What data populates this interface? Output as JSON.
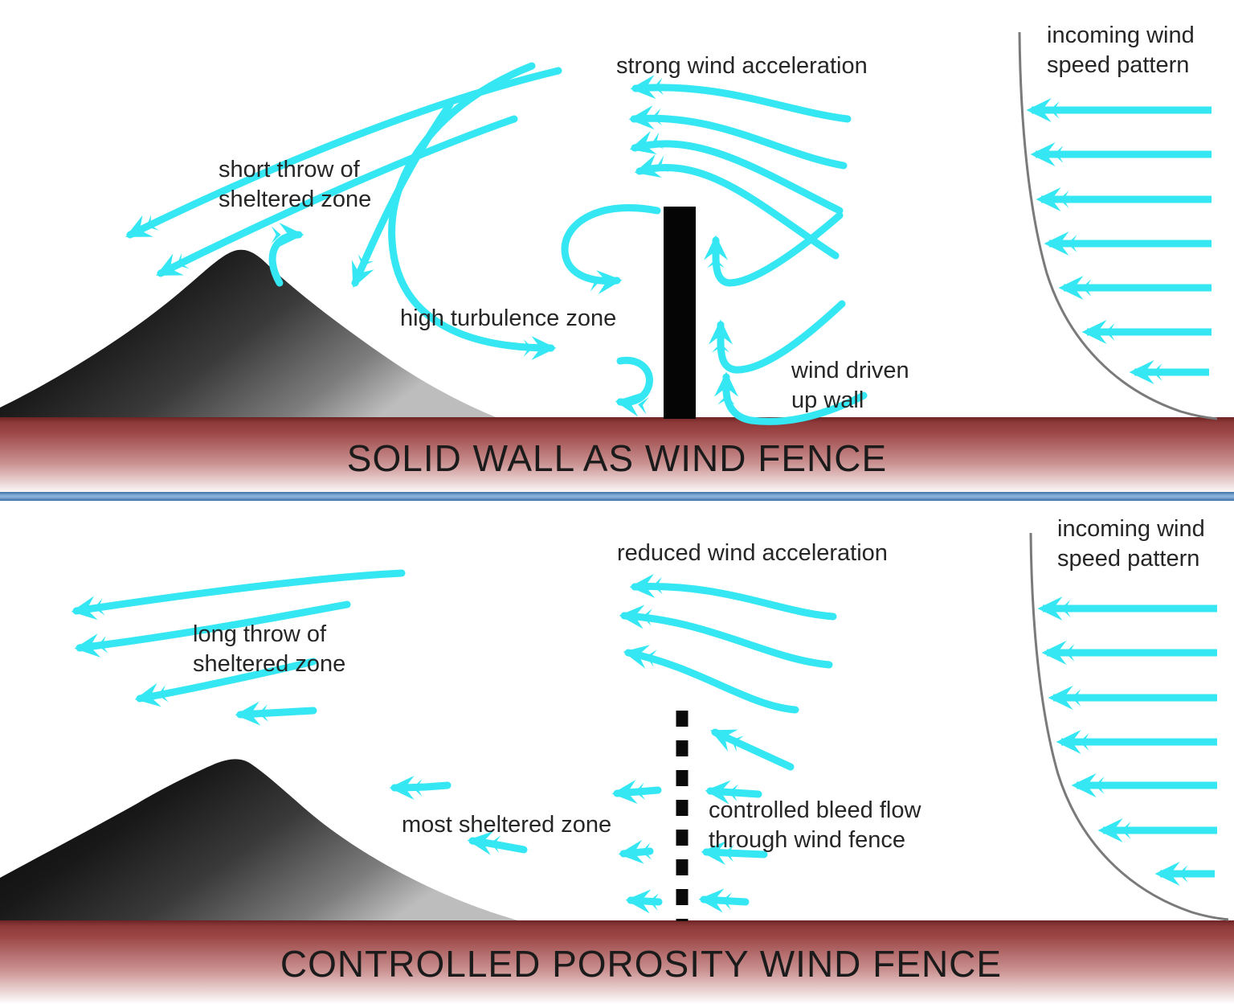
{
  "colors": {
    "arrow": "#35e7f2",
    "text": "#262626",
    "ground_dark": "#7c2a2a",
    "divider_blue": "#4f7cb0",
    "wall_black": "#050505",
    "mountain_dark": "#0a0a0a",
    "mountain_light": "#bdbdbd"
  },
  "top_panel": {
    "title": "SOLID WALL AS WIND FENCE",
    "labels": {
      "acceleration": "strong wind acceleration",
      "incoming_wind": "incoming wind\nspeed pattern",
      "throw": "short throw of\nsheltered zone",
      "turbulence": "high turbulence zone",
      "wall_flow": "wind driven\nup wall"
    }
  },
  "bottom_panel": {
    "title": "CONTROLLED POROSITY WIND FENCE",
    "labels": {
      "acceleration": "reduced wind acceleration",
      "incoming_wind": "incoming wind\nspeed pattern",
      "throw": "long throw of\nsheltered zone",
      "sheltered": "most sheltered zone",
      "bleed": "controlled bleed flow\nthrough wind fence"
    }
  }
}
